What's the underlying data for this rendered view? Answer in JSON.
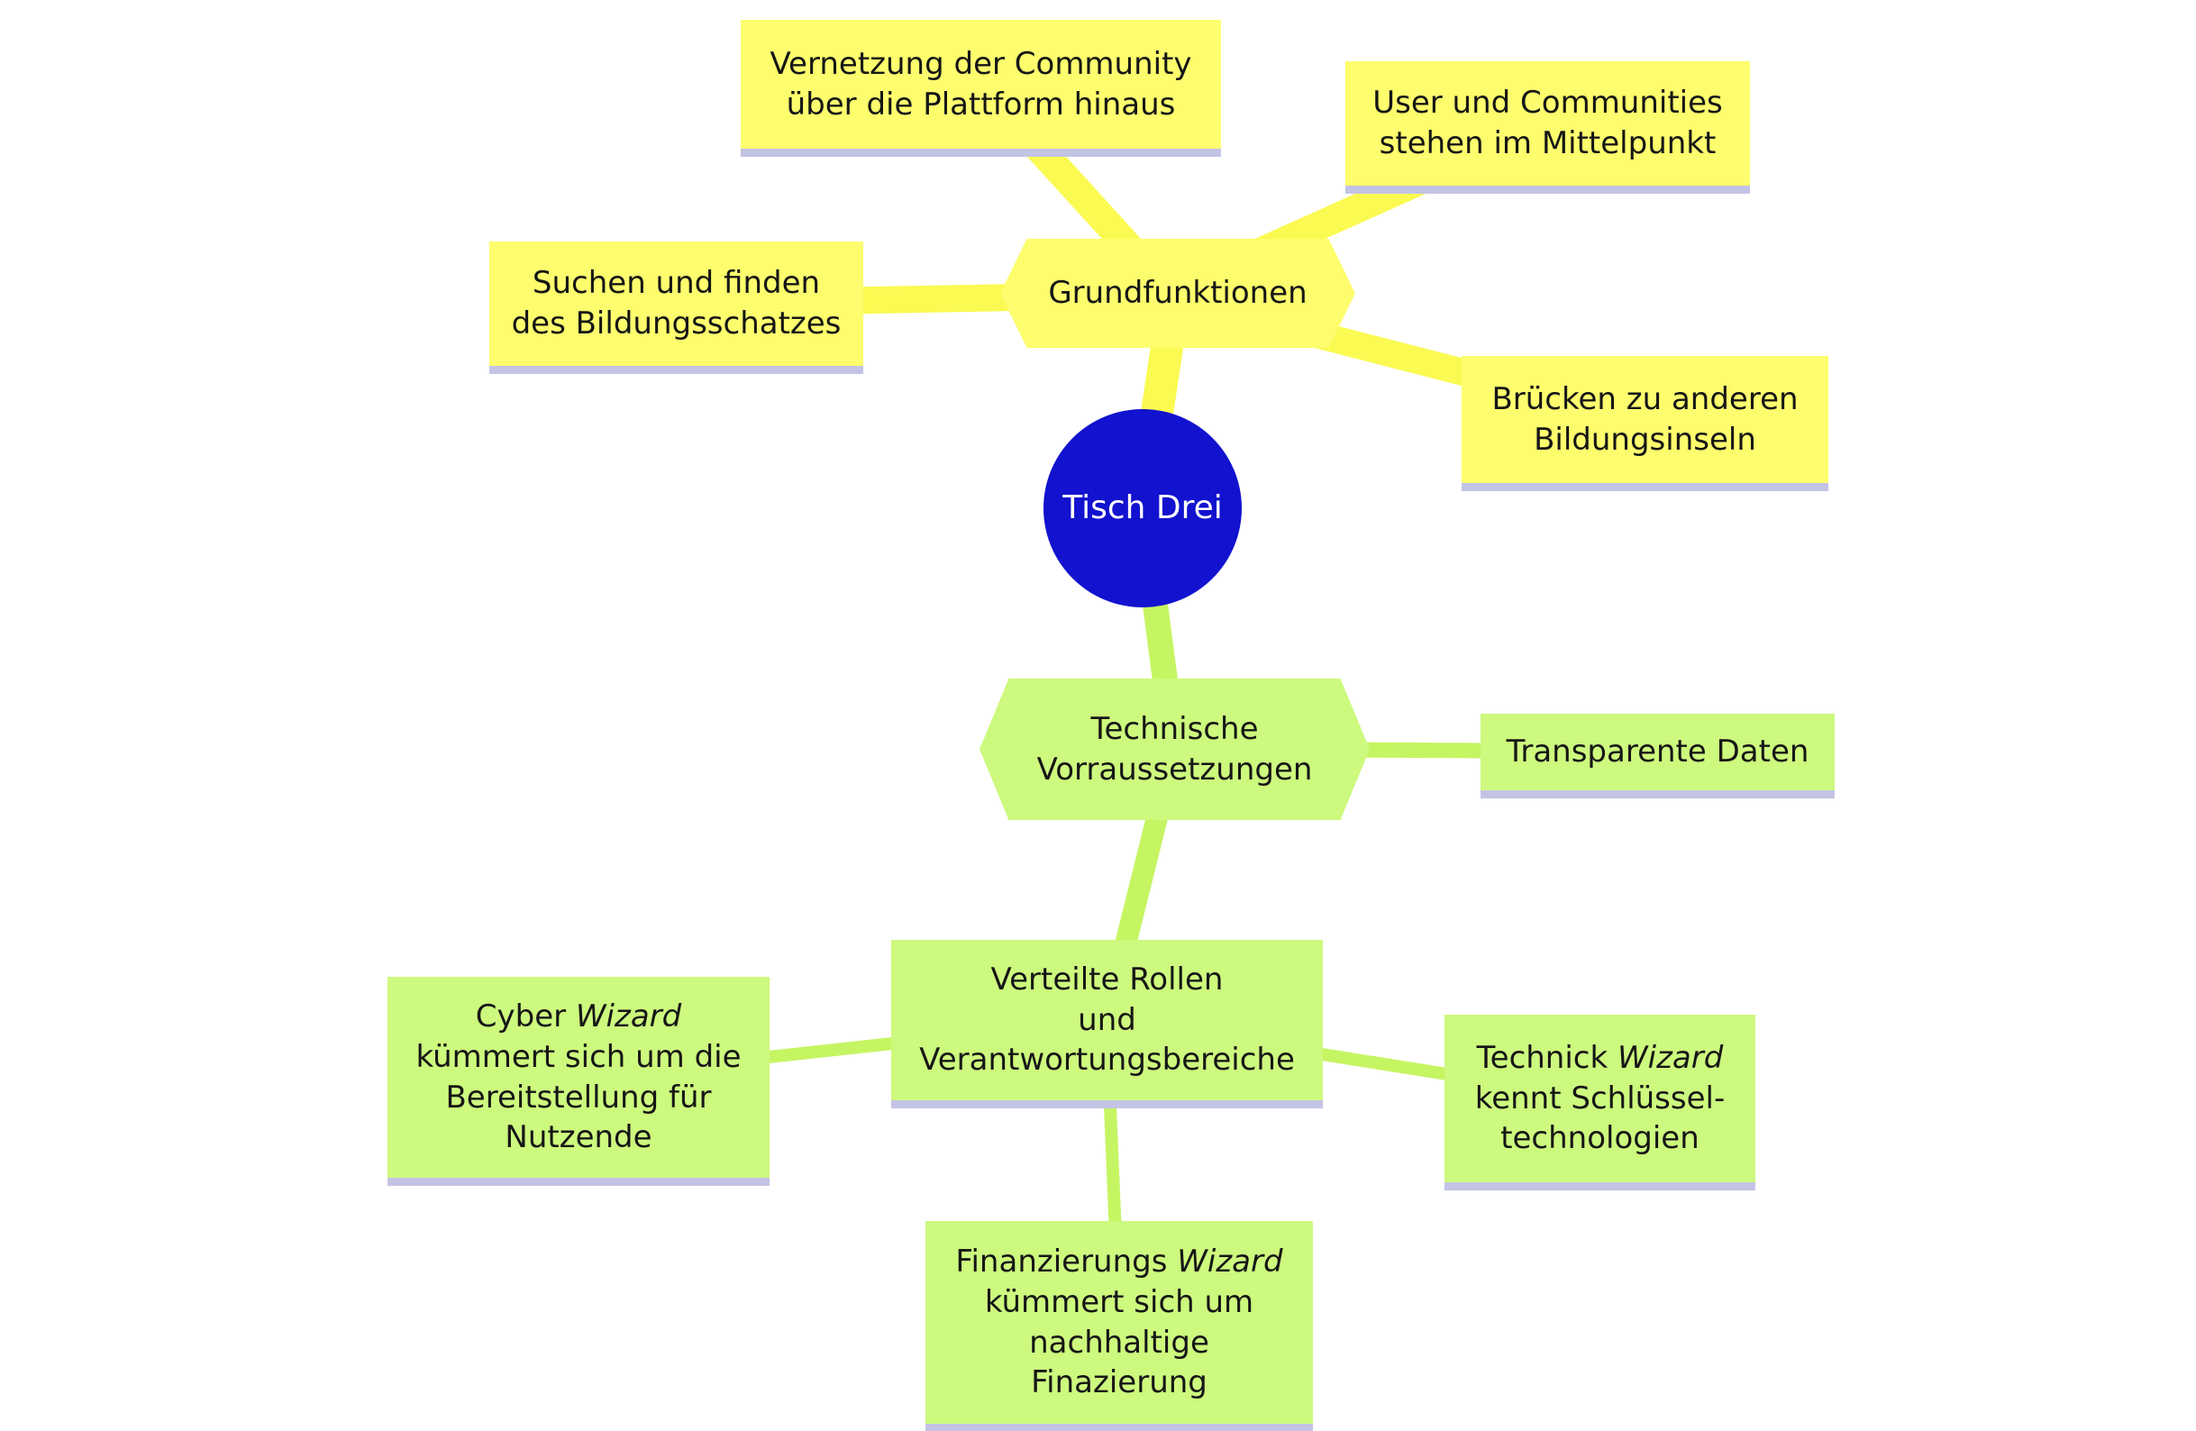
{
  "diagram": {
    "type": "mindmap",
    "colors": {
      "root_fill": "#1212cf",
      "root_text": "#ffffff",
      "branch_yellow_box": "#fdfd6e",
      "branch_yellow_line": "#fafa52",
      "branch_green_box": "#cdf97e",
      "branch_green_line": "#c6f563",
      "box_shadow": "#c3c3e6",
      "text": "#161616"
    },
    "nodes": {
      "root": {
        "label": "Tisch Drei"
      },
      "grundfunktionen": {
        "label": "Grundfunktionen"
      },
      "vernetzung": {
        "label": "Vernetzung der Community\nüber die Plattform hinaus"
      },
      "user": {
        "label": "User und Communities\nstehen im Mittelpunkt"
      },
      "suchen": {
        "label": "Suchen und finden\ndes Bildungsschatzes"
      },
      "bruecken": {
        "label": "Brücken zu anderen\nBildungsinseln"
      },
      "technische": {
        "label": "Technische\nVorraussetzungen"
      },
      "transparente": {
        "label": "Transparente Daten"
      },
      "verteilte": {
        "label": "Verteilte Rollen\nund\nVerantwortungsbereiche"
      },
      "cyber": {
        "pre": "Cyber ",
        "italic": "Wizard",
        "post": "\nkümmert sich um die\nBereitstellung für\nNutzende"
      },
      "technick": {
        "pre": "Technick ",
        "italic": "Wizard",
        "post": "\nkennt Schlüssel-\ntechnologien"
      },
      "finanzierungs": {
        "pre": "Finanzierungs ",
        "italic": "Wizard",
        "post": "\nkümmert sich um\nnachhaltige\nFinazierung"
      }
    }
  }
}
